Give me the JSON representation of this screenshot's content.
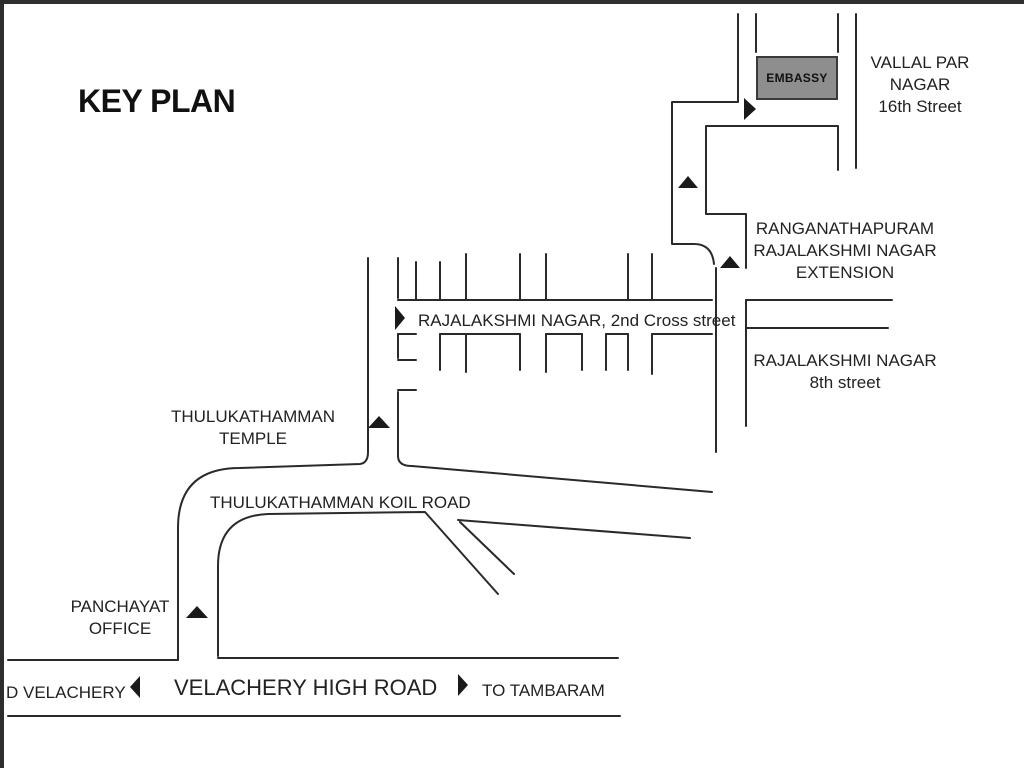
{
  "map": {
    "title": "KEY PLAN",
    "labels": {
      "vallal": "VALLAL PAR\nNAGAR\n16th Street",
      "embassy": "EMBASSY",
      "ranganathapuram": "RANGANATHAPURAM\nRAJALAKSHMI NAGAR\nEXTENSION",
      "cross_street": "RAJALAKSHMI NAGAR, 2nd Cross street",
      "eighth_street": "RAJALAKSHMI NAGAR\n8th street",
      "temple": "THULUKATHAMMAN\nTEMPLE",
      "koil_road": "THULUKATHAMMAN KOIL ROAD",
      "panchayat": "PANCHAYAT\nOFFICE",
      "to_velachery": "D VELACHERY",
      "high_road": "VELACHERY HIGH ROAD",
      "to_tambaram": "TO TAMBARAM"
    },
    "colors": {
      "road_line": "#2a2a2a",
      "embassy_fill": "#8e8e8e",
      "marker": "#1a1a1a"
    },
    "markers": [
      "arrow-right-icon",
      "arrow-up-icon",
      "arrow-left-icon"
    ]
  }
}
